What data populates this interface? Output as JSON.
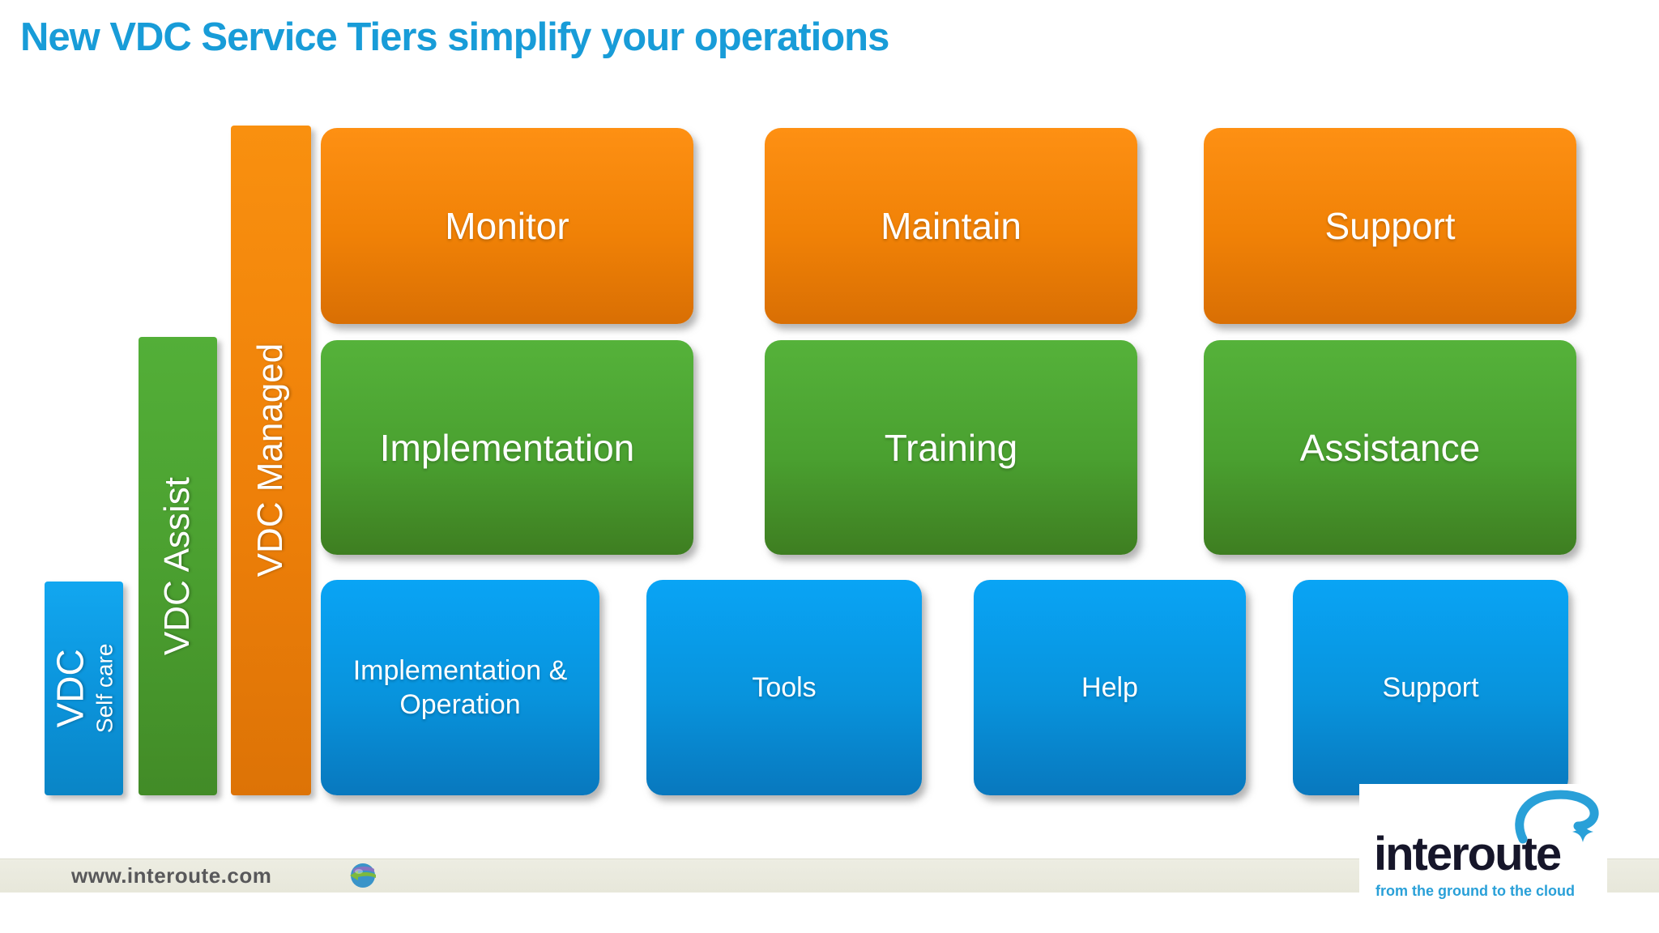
{
  "title": "New VDC Service Tiers simplify your operations",
  "colors": {
    "title_blue": "#189CD8",
    "tier_orange_top": "#FE9013",
    "tier_orange_bottom": "#D96F04",
    "tier_green_top": "#55B23A",
    "tier_green_bottom": "#3E7E21",
    "tier_blue_top": "#09A4F5",
    "tier_blue_bottom": "#0878BE",
    "footer_bar": "#E9E9DC",
    "footer_text": "#58585A",
    "logo_dark": "#16162A",
    "logo_blue": "#29A0D8"
  },
  "tiers": [
    {
      "label": "VDC",
      "sublabel": "Self care",
      "color": "blue"
    },
    {
      "label": "VDC Assist",
      "color": "green"
    },
    {
      "label": "VDC Managed",
      "color": "orange"
    }
  ],
  "rows": [
    {
      "tier": "VDC Managed",
      "color": "orange",
      "boxes": [
        {
          "label": "Monitor"
        },
        {
          "label": "Maintain"
        },
        {
          "label": "Support"
        }
      ]
    },
    {
      "tier": "VDC Assist",
      "color": "green",
      "boxes": [
        {
          "label": "Implementation"
        },
        {
          "label": "Training"
        },
        {
          "label": "Assistance"
        }
      ]
    },
    {
      "tier": "VDC Self care",
      "color": "blue",
      "boxes": [
        {
          "label": "Implementation & Operation"
        },
        {
          "label": "Tools"
        },
        {
          "label": "Help"
        },
        {
          "label": "Support"
        }
      ]
    }
  ],
  "footer": {
    "url": "www.interoute.com"
  },
  "logo": {
    "name": "interoute",
    "tagline": "from the ground to the cloud"
  }
}
